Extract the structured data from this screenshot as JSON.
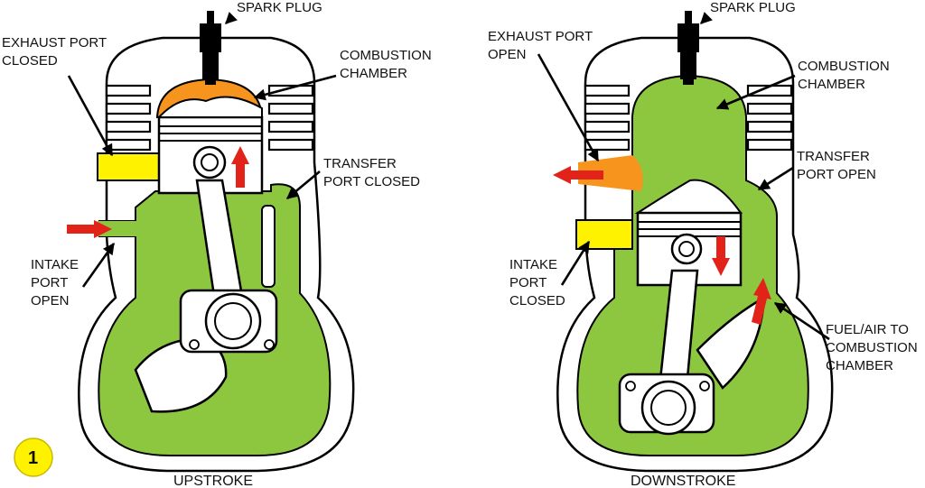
{
  "figure_badge": "1",
  "colors": {
    "mixture": "#8dc63f",
    "combustion": "#f7941d",
    "port": "#fff200",
    "arrow": "#e2231a",
    "engine_body": "#ffffff"
  },
  "left": {
    "caption": "UPSTROKE",
    "spark_plug": "SPARK PLUG",
    "exhaust_line1": "EXHAUST PORT",
    "exhaust_line2": "CLOSED",
    "combustion_line1": "COMBUSTION",
    "combustion_line2": "CHAMBER",
    "transfer_line1": "TRANSFER",
    "transfer_line2": "PORT CLOSED",
    "intake_line1": "INTAKE",
    "intake_line2": "PORT",
    "intake_line3": "OPEN"
  },
  "right": {
    "caption": "DOWNSTROKE",
    "spark_plug": "SPARK PLUG",
    "exhaust_line1": "EXHAUST PORT",
    "exhaust_line2": "OPEN",
    "combustion_line1": "COMBUSTION",
    "combustion_line2": "CHAMBER",
    "transfer_line1": "TRANSFER",
    "transfer_line2": "PORT OPEN",
    "intake_line1": "INTAKE",
    "intake_line2": "PORT",
    "intake_line3": "CLOSED",
    "fuel_line1": "FUEL/AIR TO",
    "fuel_line2": "COMBUSTION",
    "fuel_line3": "CHAMBER"
  }
}
